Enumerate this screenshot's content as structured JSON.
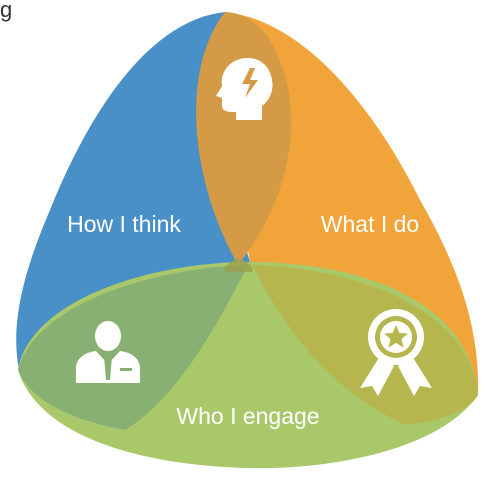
{
  "corner_text": "g",
  "labels": {
    "think": "How I think",
    "do": "What I do",
    "engage": "Who I engage"
  },
  "colors": {
    "think": "#4a90c8",
    "do": "#f0a43a",
    "engage": "#8ab94a",
    "overlap_think_do": "#d49a45",
    "center": "#9aa04a",
    "background": "#ffffff"
  },
  "icons": {
    "think": "head-brain-icon",
    "do": "award-ribbon-icon",
    "engage": "businessman-icon"
  }
}
